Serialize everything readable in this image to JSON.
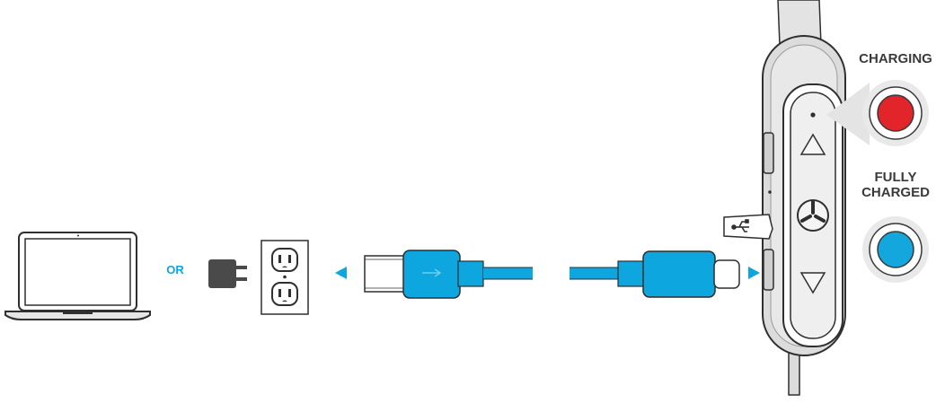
{
  "labels": {
    "or": "OR",
    "charging": "CHARGING",
    "fully_charged_line1": "FULLY",
    "fully_charged_line2": "CHARGED"
  },
  "colors": {
    "accent_blue": "#0da6df",
    "charging_led": "#e2242b",
    "full_led": "#14a7dd",
    "device_gray": "#dcdcdc",
    "outline": "#2f2f2f",
    "adapter_dark": "#4a4a4a"
  },
  "icons": [
    "laptop-icon",
    "wall-adapter-icon",
    "wall-outlet-icon",
    "usb-a-plug",
    "usb-c-plug",
    "jlab-logo-icon",
    "usb-symbol-icon"
  ]
}
